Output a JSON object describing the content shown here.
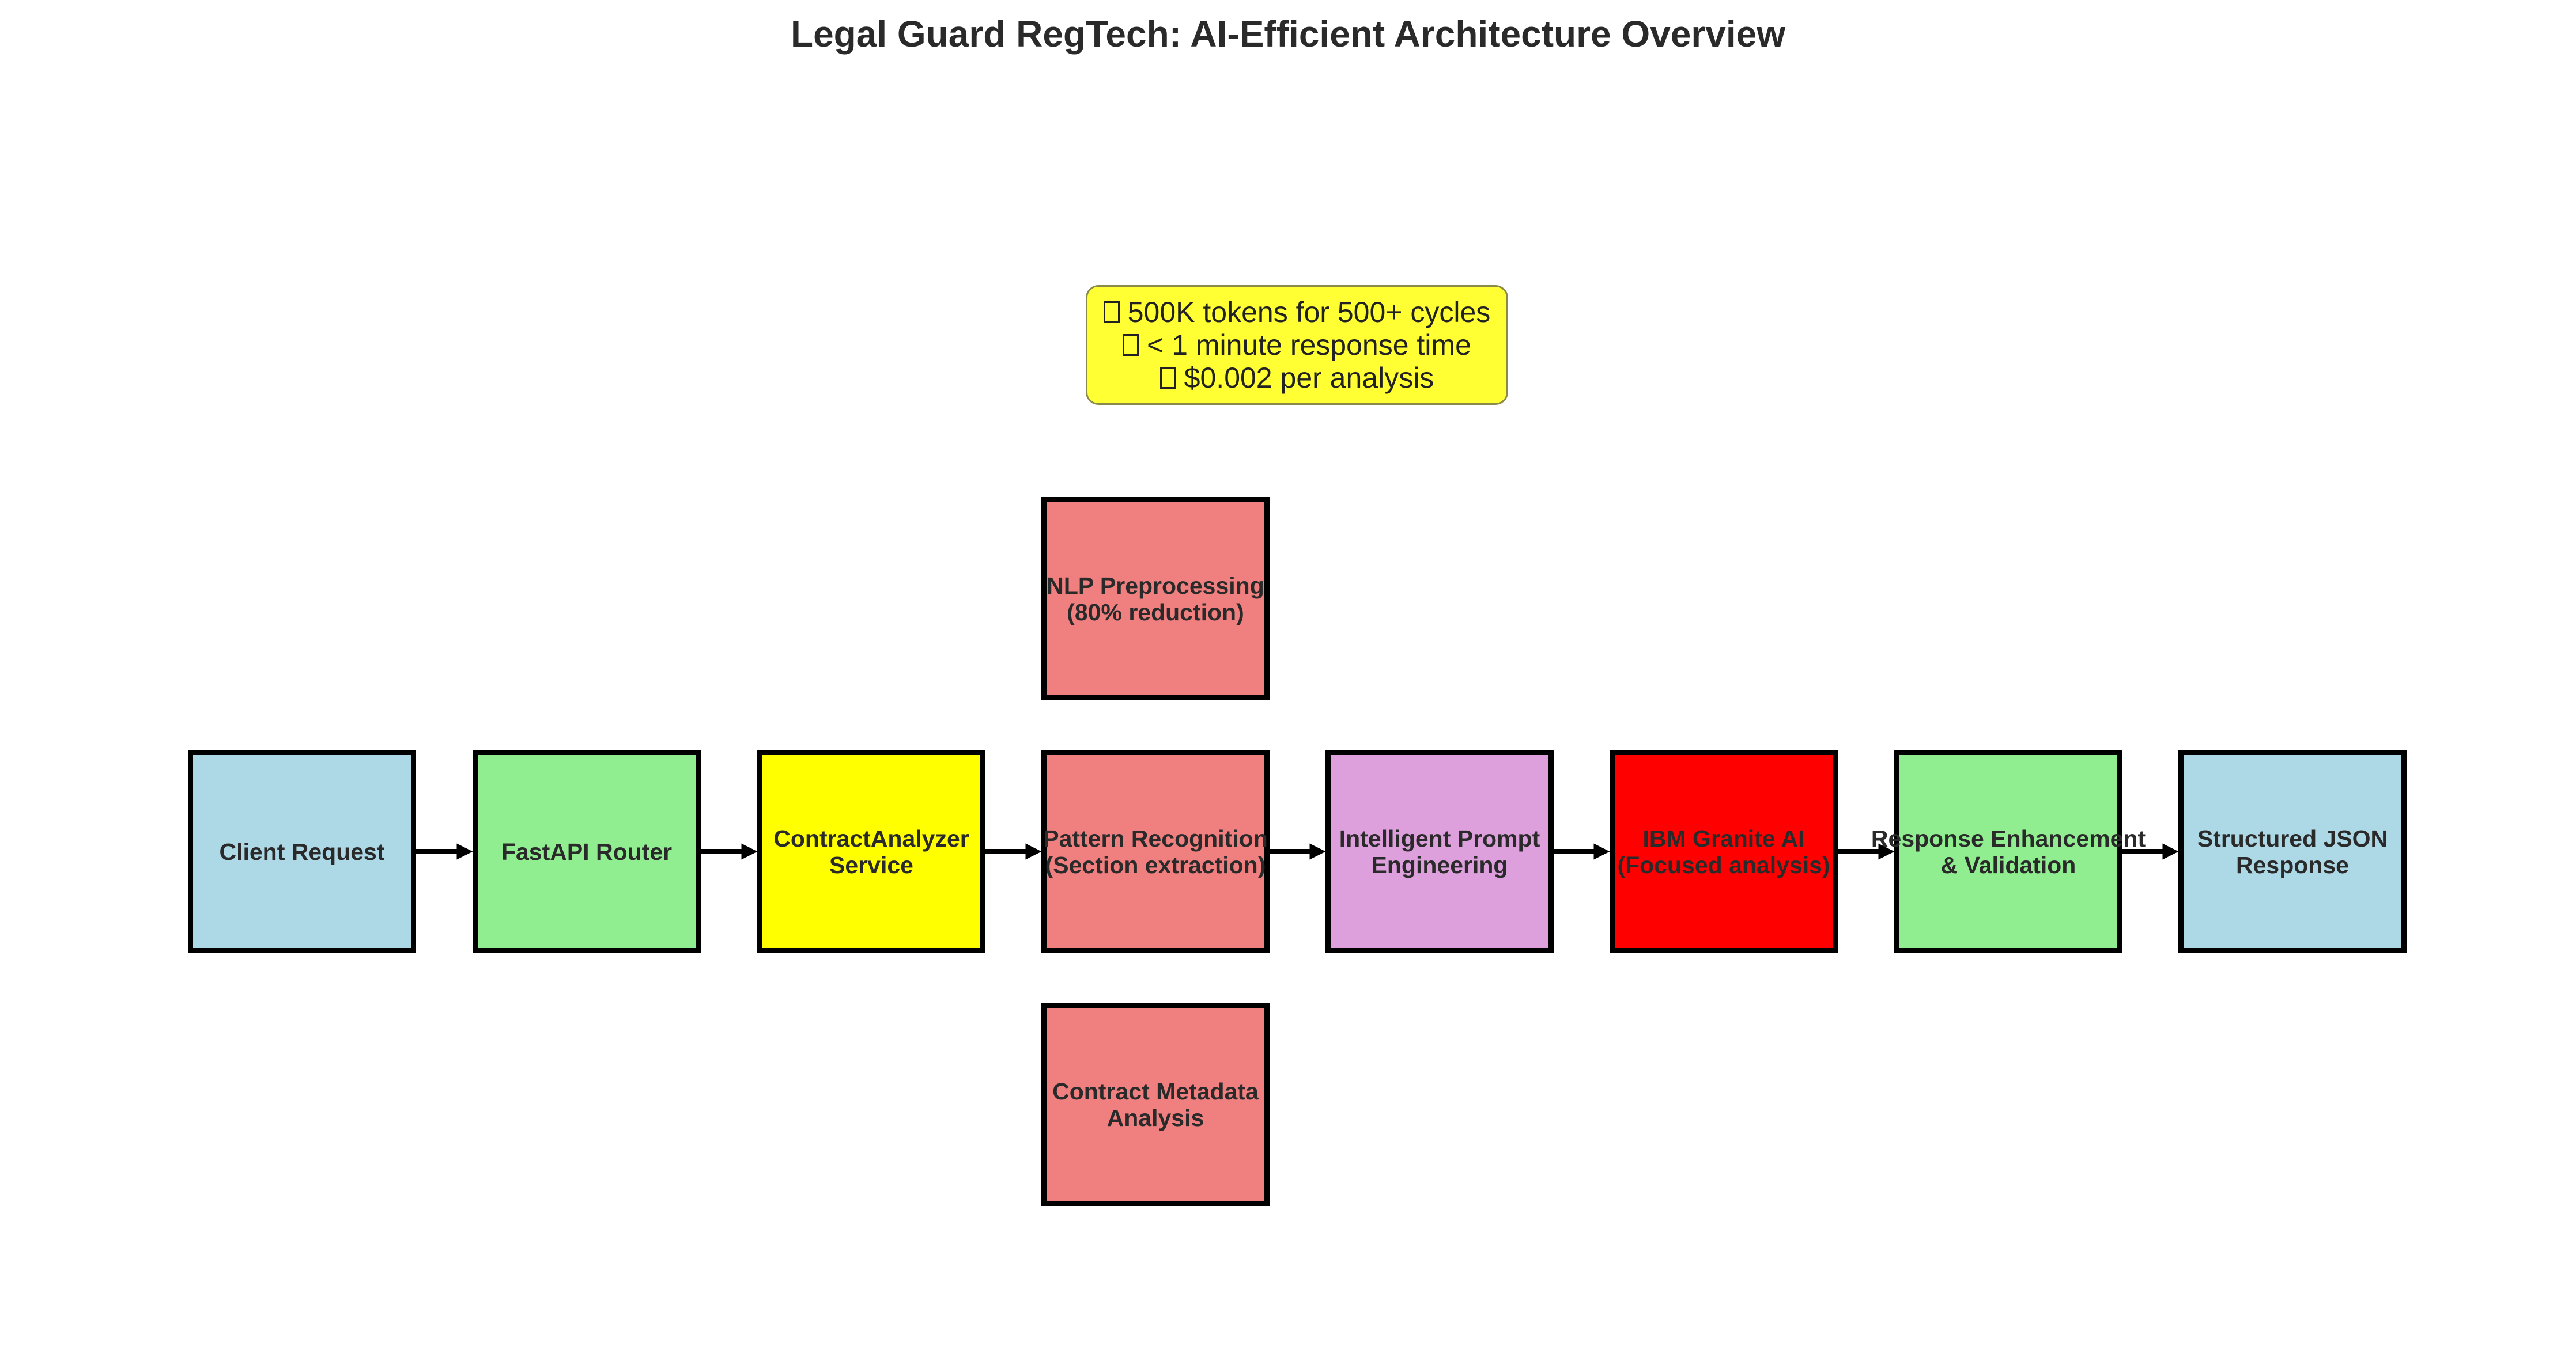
{
  "title": "Legal Guard RegTech: AI-Efficient Architecture Overview",
  "stats": [
    {
      "icon": "missing-glyph-icon",
      "text": "500K tokens for 500+ cycles"
    },
    {
      "icon": "missing-glyph-icon",
      "text": "< 1 minute response time"
    },
    {
      "icon": "missing-glyph-icon",
      "text": "$0.002 per analysis"
    }
  ],
  "nodes": {
    "client_request": {
      "label": "Client Request",
      "color": "#add8e6"
    },
    "fastapi_router": {
      "label": "FastAPI Router",
      "color": "#90ee90"
    },
    "contract_analyzer": {
      "label": "ContractAnalyzer\nService",
      "color": "#ffff00"
    },
    "nlp_preprocessing": {
      "label": "NLP Preprocessing\n(80% reduction)",
      "color": "#f08080"
    },
    "pattern_recognition": {
      "label": "Pattern Recognition\n(Section extraction)",
      "color": "#f08080"
    },
    "contract_metadata": {
      "label": "Contract Metadata\nAnalysis",
      "color": "#f08080"
    },
    "prompt_engineering": {
      "label": "Intelligent Prompt\nEngineering",
      "color": "#dda0dd"
    },
    "ibm_granite": {
      "label": "IBM Granite AI\n(Focused analysis)",
      "color": "#ff0000"
    },
    "response_enhancement": {
      "label": "Response Enhancement\n& Validation",
      "color": "#90ee90"
    },
    "structured_json": {
      "label": "Structured JSON\nResponse",
      "color": "#add8e6"
    }
  },
  "edges": [
    [
      "client_request",
      "fastapi_router"
    ],
    [
      "fastapi_router",
      "contract_analyzer"
    ],
    [
      "contract_analyzer",
      "pattern_recognition"
    ],
    [
      "pattern_recognition",
      "prompt_engineering"
    ],
    [
      "prompt_engineering",
      "ibm_granite"
    ],
    [
      "ibm_granite",
      "response_enhancement"
    ],
    [
      "response_enhancement",
      "structured_json"
    ]
  ]
}
